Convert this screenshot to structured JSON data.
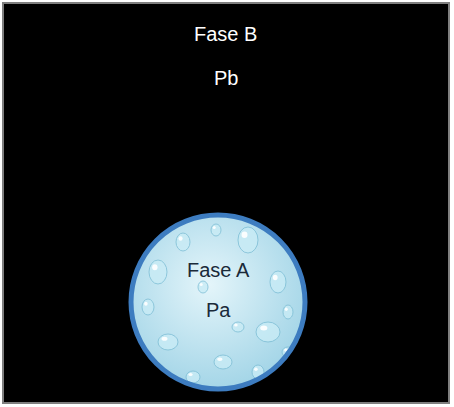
{
  "diagram": {
    "nodes": [
      {
        "text": [
          "Fase B",
          "Pb"
        ]
      },
      {
        "text": [
          "Fase A",
          "Pa"
        ],
        "in": 0
      }
    ]
  }
}
